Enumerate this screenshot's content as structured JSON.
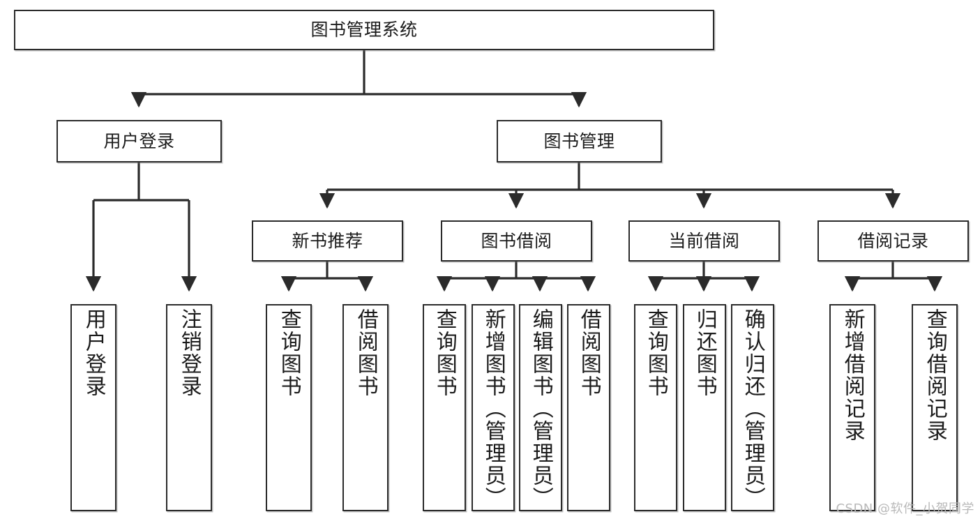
{
  "diagram": {
    "title": "图书管理系统",
    "type": "tree-hierarchy",
    "root": {
      "label": "图书管理系统"
    },
    "level2": [
      {
        "label": "用户登录"
      },
      {
        "label": "图书管理"
      }
    ],
    "level3": [
      {
        "label": "新书推荐"
      },
      {
        "label": "图书借阅"
      },
      {
        "label": "当前借阅"
      },
      {
        "label": "借阅记录"
      }
    ],
    "leaves": {
      "user_login": [
        {
          "label": "用户登录"
        },
        {
          "label": "注销登录"
        }
      ],
      "new_book_recommend": [
        {
          "label": "查询图书"
        },
        {
          "label": "借阅图书"
        }
      ],
      "book_borrow": [
        {
          "label": "查询图书"
        },
        {
          "label": "新增图书（管理员）"
        },
        {
          "label": "编辑图书（管理员）"
        },
        {
          "label": "借阅图书"
        }
      ],
      "current_borrow": [
        {
          "label": "查询图书"
        },
        {
          "label": "归还图书"
        },
        {
          "label": "确认归还（管理员）"
        }
      ],
      "borrow_record": [
        {
          "label": "新增借阅记录"
        },
        {
          "label": "查询借阅记录"
        }
      ]
    }
  },
  "watermark": {
    "text": "CSDN @软件_小贺同学"
  },
  "colors": {
    "border": "#2b2b2b",
    "text": "#1b1b1b",
    "background": "#ffffff",
    "watermark": "#b9b9b9"
  }
}
